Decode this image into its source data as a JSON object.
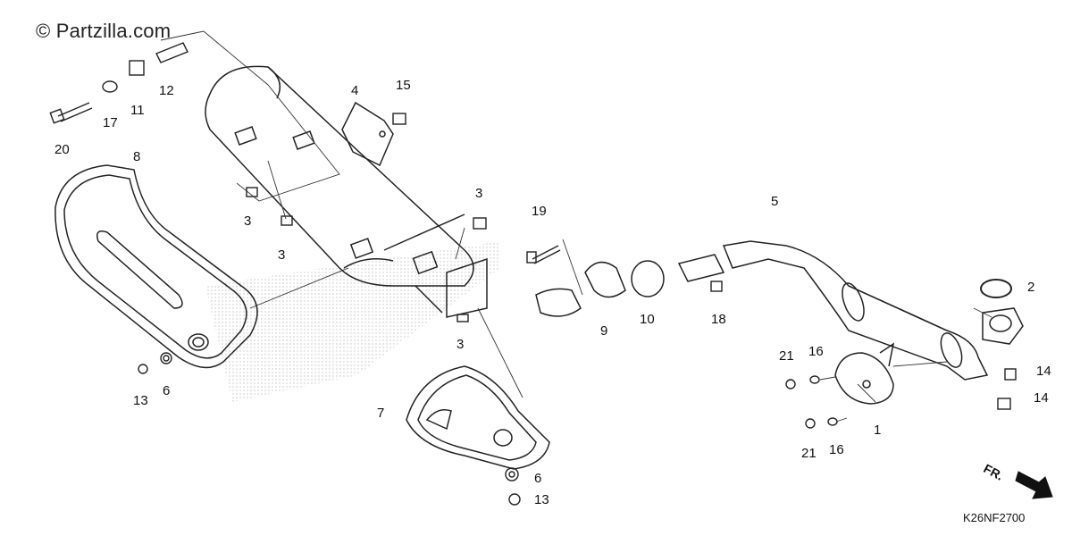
{
  "watermark": "© Partzilla.com",
  "diagram_code": "K26NF2700",
  "direction_label": "FR.",
  "callouts": {
    "c1": "1",
    "c2": "2",
    "c3a": "3",
    "c3b": "3",
    "c3c": "3",
    "c3d": "3",
    "c4": "4",
    "c5": "5",
    "c6a": "6",
    "c6b": "6",
    "c7": "7",
    "c8": "8",
    "c9": "9",
    "c10": "10",
    "c11": "11",
    "c12": "12",
    "c13a": "13",
    "c13b": "13",
    "c14a": "14",
    "c14b": "14",
    "c15": "15",
    "c16a": "16",
    "c16b": "16",
    "c17": "17",
    "c18": "18",
    "c19": "19",
    "c20": "20",
    "c21a": "21",
    "c21b": "21"
  },
  "colors": {
    "line": "#222222",
    "shade": "#cccccc",
    "arrow": "#111111"
  }
}
